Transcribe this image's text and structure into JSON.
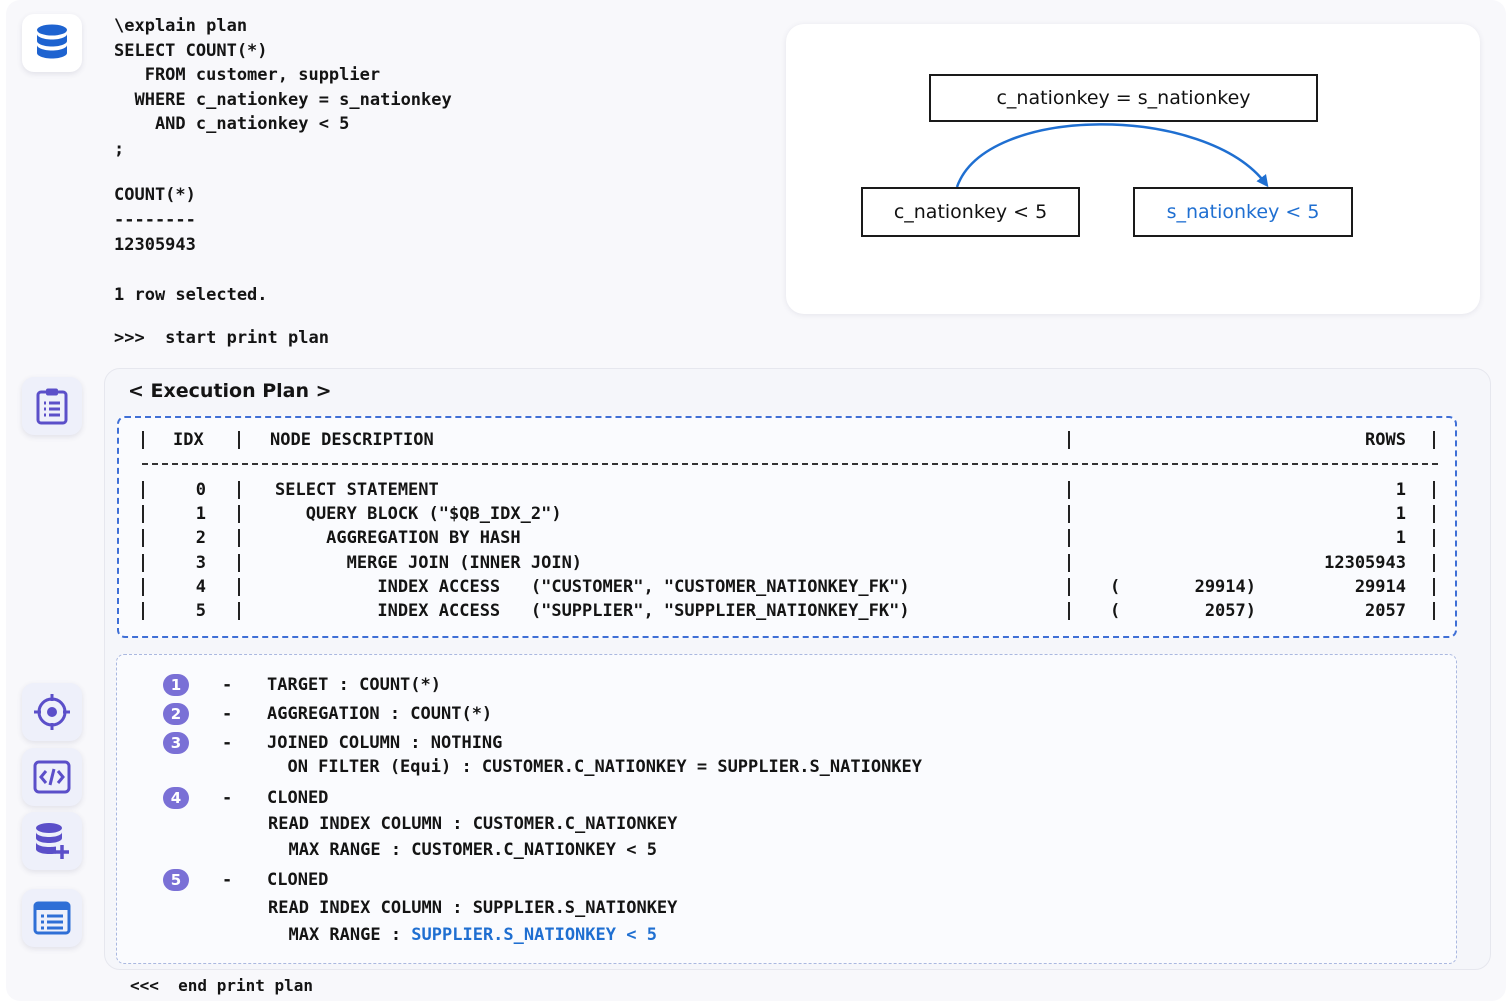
{
  "query": {
    "lines": [
      "\\explain plan",
      "SELECT COUNT(*)",
      "   FROM customer, supplier",
      "  WHERE c_nationkey = s_nationkey",
      "    AND c_nationkey < 5",
      ";"
    ],
    "result_header": "COUNT(*)",
    "result_divider": "--------",
    "result_value": "12305943",
    "rows_selected": "1 row selected.",
    "start_marker": ">>>  start print plan",
    "end_marker": "<<<  end print plan"
  },
  "diagram": {
    "top_node": "c_nationkey = s_nationkey",
    "left_node": "c_nationkey < 5",
    "right_node": "s_nationkey < 5",
    "arrow_color": "#1f6fd1"
  },
  "plan": {
    "title": "< Execution Plan >",
    "headers": {
      "idx": "IDX",
      "desc": "NODE DESCRIPTION",
      "rows": "ROWS"
    },
    "rows": [
      {
        "idx": "0",
        "desc": "SELECT STATEMENT",
        "est": "",
        "est_open": "",
        "rows": "1"
      },
      {
        "idx": "1",
        "desc": "   QUERY BLOCK (\"$QB_IDX_2\")",
        "est": "",
        "est_open": "",
        "rows": "1"
      },
      {
        "idx": "2",
        "desc": "     AGGREGATION BY HASH",
        "est": "",
        "est_open": "",
        "rows": "1"
      },
      {
        "idx": "3",
        "desc": "       MERGE JOIN (INNER JOIN)",
        "est": "",
        "est_open": "",
        "rows": "12305943"
      },
      {
        "idx": "4",
        "desc": "          INDEX ACCESS   (\"CUSTOMER\", \"CUSTOMER_NATIONKEY_FK\")",
        "est": "29914)",
        "est_open": "(",
        "rows": "29914"
      },
      {
        "idx": "5",
        "desc": "          INDEX ACCESS   (\"SUPPLIER\", \"SUPPLIER_NATIONKEY_FK\")",
        "est": "2057)",
        "est_open": "(",
        "rows": "2057"
      }
    ]
  },
  "notes": [
    {
      "badge": "1",
      "dash": "-",
      "lines": [
        "TARGET : COUNT(*)"
      ]
    },
    {
      "badge": "2",
      "dash": "-",
      "lines": [
        "AGGREGATION : COUNT(*)"
      ]
    },
    {
      "badge": "3",
      "dash": "-",
      "lines": [
        "JOINED COLUMN : NOTHING",
        "  ON FILTER (Equi) : CUSTOMER.C_NATIONKEY = SUPPLIER.S_NATIONKEY"
      ]
    },
    {
      "badge": "4",
      "dash": "-",
      "lines": [
        "CLONED",
        "READ INDEX COLUMN : CUSTOMER.C_NATIONKEY",
        "  MAX RANGE : CUSTOMER.C_NATIONKEY < 5"
      ]
    },
    {
      "badge": "5",
      "dash": "-",
      "lines": [
        "CLONED",
        "READ INDEX COLUMN : SUPPLIER.S_NATIONKEY"
      ],
      "last_prefix": "  MAX RANGE : ",
      "last_highlight": "SUPPLIER.S_NATIONKEY < 5"
    }
  ],
  "sidebar": {
    "icons": [
      "database-icon",
      "clipboard-icon",
      "target-icon",
      "code-icon",
      "database-add-icon",
      "table-icon"
    ],
    "accent": "#2f6fd6",
    "secondary": "#5b4fc9"
  }
}
